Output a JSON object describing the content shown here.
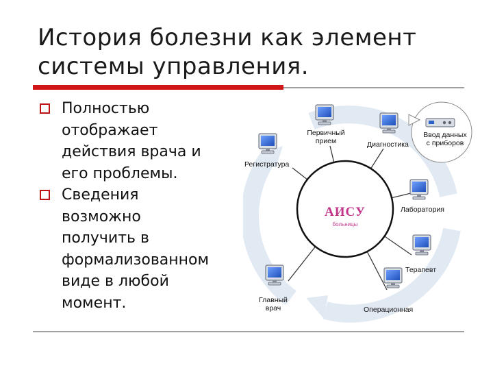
{
  "slide": {
    "title_line1": "История болезни как элемент",
    "title_line2": "системы управления."
  },
  "bullets": [
    {
      "line1": "Полностью",
      "line2": "отображает",
      "line3": "действия врача и",
      "line4": "его проблемы."
    },
    {
      "line1": "Сведения",
      "line2": "возможно",
      "line3": "получить в",
      "line4": "формализованном",
      "line5": "виде в любой",
      "line6": "момент."
    }
  ],
  "diagram": {
    "center": {
      "title": "АИСУ",
      "subtitle": "больницы"
    },
    "nodes": {
      "reception": "Регистратура",
      "primary_line1": "Первичный",
      "primary_line2": "прием",
      "diagnostics": "Диагностика",
      "device_line1": "Ввод данных",
      "device_line2": "с приборов",
      "lab": "Лаборатория",
      "therapist": "Терапевт",
      "surgery": "Операционная",
      "chief_line1": "Главный",
      "chief_line2": "врач"
    },
    "colors": {
      "monitor": "#2f63c9",
      "arrow": "#dfe8f3",
      "accent": "#c2338a",
      "bullet": "#c01212",
      "red_rule": "#d01616"
    },
    "icons": [
      "computer-icon",
      "device-icon",
      "bullet-box-icon"
    ]
  }
}
